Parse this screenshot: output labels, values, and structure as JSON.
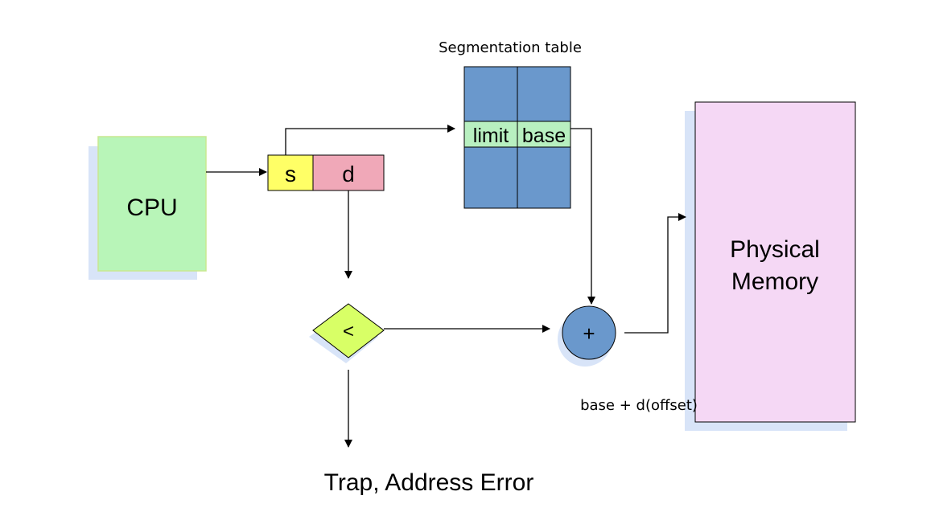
{
  "table": {
    "title": "Segmentation table",
    "limit": "limit",
    "base": "base"
  },
  "cpu": {
    "label": "CPU"
  },
  "address": {
    "segment": "s",
    "offset": "d"
  },
  "compare": {
    "symbol": "<"
  },
  "adder": {
    "symbol": "+"
  },
  "memory": {
    "line1": "Physical",
    "line2": "Memory"
  },
  "sum_label": "base + d(offset)",
  "trap_label": "Trap, Address Error",
  "colors": {
    "cpu_fill": "#b8f5b8",
    "segment_fill": "#ffff66",
    "offset_fill": "#f0a8b8",
    "table_fill": "#6a98cc",
    "table_row_fill": "#b8f0c0",
    "compare_fill": "#d8ff66",
    "adder_fill": "#6a98cc",
    "memory_fill": "#f5d8f5",
    "shadow": "#d8e4f8"
  }
}
